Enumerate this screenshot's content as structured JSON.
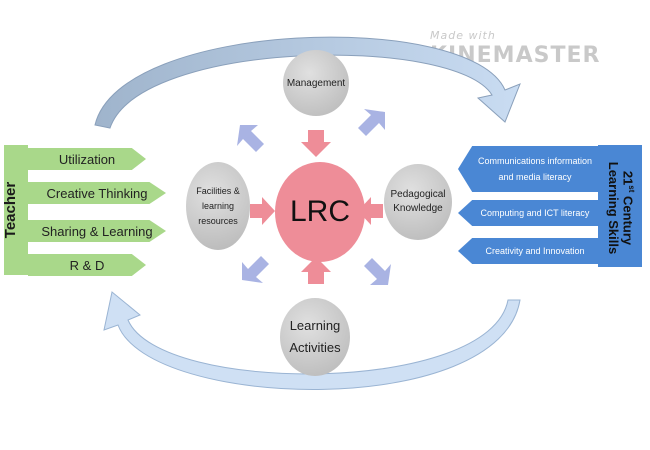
{
  "watermark": {
    "prefix": "Made with",
    "brand": "KINEMASTER"
  },
  "center": {
    "label": "LRC"
  },
  "nodes": {
    "management": "Management",
    "facilities": "Facilities & learning resources",
    "pedagogical": "Pedagogical Knowledge",
    "activities": "Learning Activities"
  },
  "teacher": {
    "title": "Teacher",
    "items": [
      "Utilization",
      "Creative Thinking",
      "Sharing & Learning",
      "R & D"
    ]
  },
  "skills": {
    "title_num": "21",
    "title_sup": "st",
    "title_rest": " Century Learning Skills",
    "items": [
      "Communications information and media literacy",
      "Computing and ICT literacy",
      "Creativity and Innovation"
    ]
  },
  "colors": {
    "green": "#a9d88a",
    "blue": "#4a87d4",
    "pink": "#ee8d98",
    "pale_blue": "#bcd2ee",
    "lavender": "#a9b3e3",
    "grey": "#bdbdbd"
  }
}
